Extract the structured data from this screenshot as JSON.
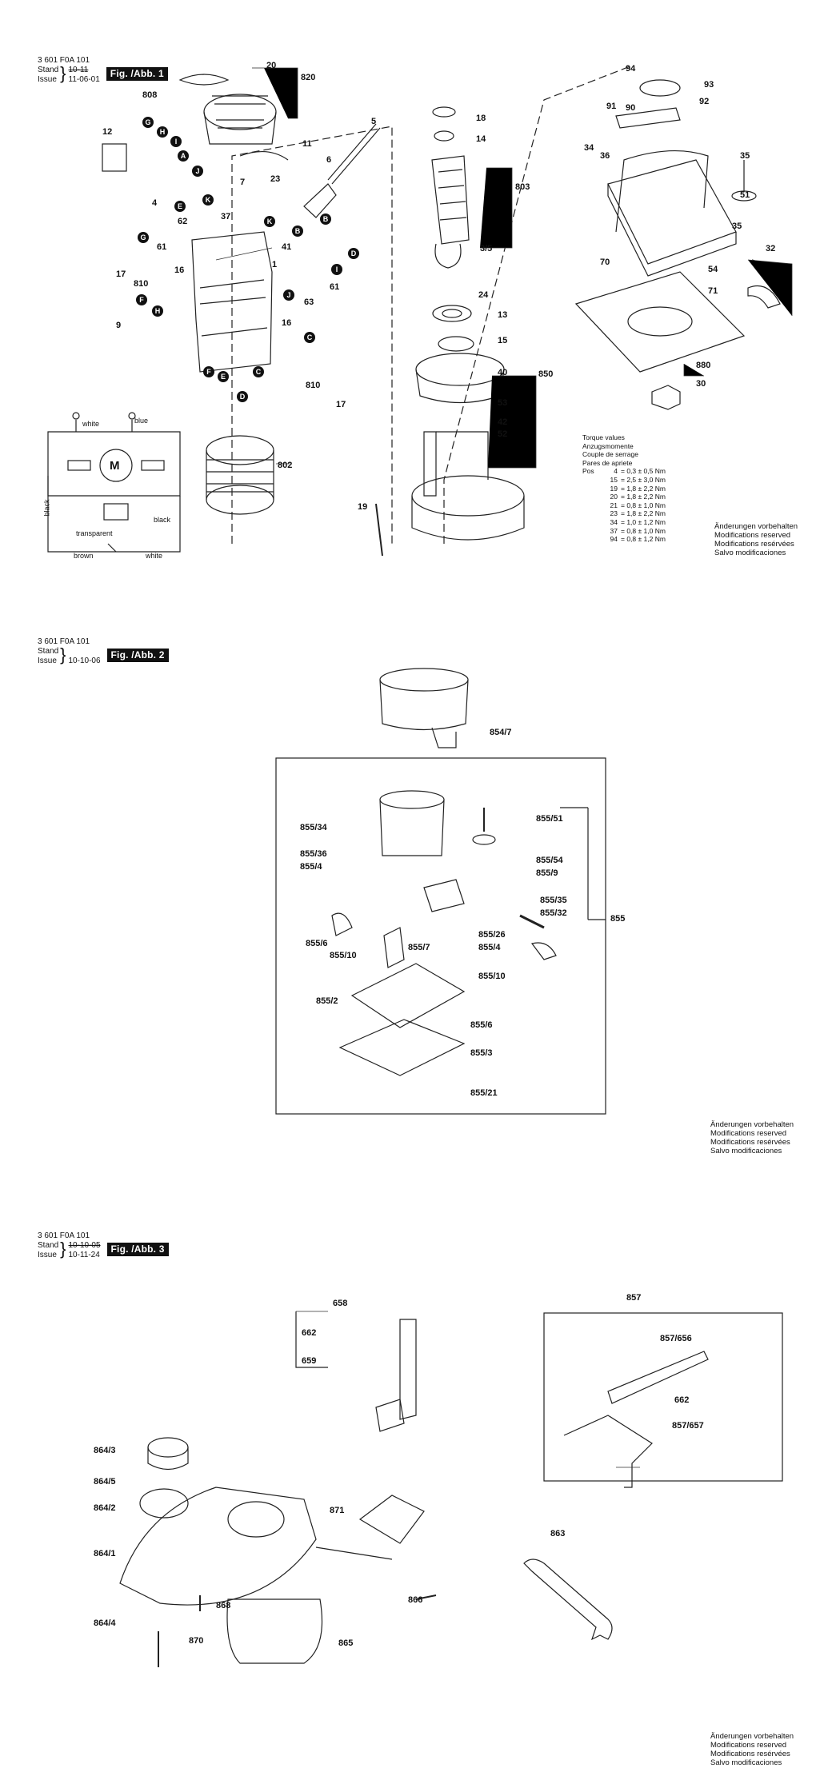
{
  "figures": [
    {
      "code": "3 601 F0A 101",
      "stand_label": "Stand",
      "issue_label": "Issue",
      "stand_date": "10-11",
      "stand_struck": true,
      "issue_date": "11-06-01",
      "fig_label": "Fig. /Abb. 1"
    },
    {
      "code": "3 601 F0A 101",
      "stand_label": "Stand",
      "issue_label": "Issue",
      "stand_date": "",
      "stand_struck": false,
      "issue_date": "10-10-06",
      "fig_label": "Fig. /Abb. 2"
    },
    {
      "code": "3 601 F0A 101",
      "stand_label": "Stand",
      "issue_label": "Issue",
      "stand_date": "10-10-05",
      "stand_struck": true,
      "issue_date": "10-11-24",
      "fig_label": "Fig. /Abb. 3"
    }
  ],
  "reserved_note": [
    "Änderungen vorbehalten",
    "Modifications reserved",
    "Modifications resérvées",
    "Salvo modificaciones"
  ],
  "torque": {
    "headers": [
      "Torque values",
      "Anzugsmomente",
      "Couple de serrage",
      "Pares de apriete"
    ],
    "pos_label": "Pos",
    "rows": [
      {
        "pos": "4",
        "value": "0,3 ± 0,5 Nm"
      },
      {
        "pos": "15",
        "value": "2,5 ± 3,0 Nm"
      },
      {
        "pos": "19",
        "value": "1,8 ± 2,2 Nm"
      },
      {
        "pos": "20",
        "value": "1,8 ± 2,2 Nm"
      },
      {
        "pos": "21",
        "value": "0,8 ± 1,0 Nm"
      },
      {
        "pos": "23",
        "value": "1,8 ± 2,2 Nm"
      },
      {
        "pos": "34",
        "value": "1,0 ± 1,2 Nm"
      },
      {
        "pos": "37",
        "value": "0,8 ± 1,0 Nm"
      },
      {
        "pos": "94",
        "value": "0,8 ± 1,2 Nm"
      }
    ]
  },
  "wiring": {
    "white_top": "white",
    "blue": "blue",
    "black_left": "black",
    "black_right": "black",
    "transparent": "transparent",
    "brown": "brown",
    "white_bottom": "white",
    "motor": "M"
  },
  "fig1_labels": [
    "20",
    "820",
    "808",
    "11",
    "5",
    "6",
    "12",
    "7",
    "23",
    "4",
    "37",
    "62",
    "61",
    "41",
    "17",
    "810",
    "16",
    "1",
    "61",
    "9",
    "63",
    "16",
    "810",
    "17",
    "802",
    "18",
    "14",
    "803",
    "3/5",
    "24",
    "13",
    "15",
    "40",
    "850",
    "53",
    "42",
    "52",
    "19",
    "94",
    "93",
    "91",
    "90",
    "92",
    "34",
    "36",
    "35",
    "51",
    "70",
    "35",
    "32",
    "54",
    "71",
    "880",
    "30"
  ],
  "fig1_circles": [
    "G",
    "H",
    "I",
    "J",
    "A",
    "B",
    "K",
    "E",
    "K",
    "B",
    "G",
    "F",
    "H",
    "I",
    "D",
    "J",
    "C",
    "F",
    "E",
    "C",
    "D"
  ],
  "fig2_labels": [
    "854/7",
    "855/34",
    "855/51",
    "855/36",
    "855/4",
    "855/54",
    "855/9",
    "855/35",
    "855/32",
    "855",
    "855/6",
    "855/26",
    "855/10",
    "855/7",
    "855/4",
    "855/10",
    "855/2",
    "855/6",
    "855/3",
    "855/21"
  ],
  "fig3_labels": [
    "658",
    "662",
    "659",
    "857",
    "857/656",
    "662",
    "857/657",
    "864/3",
    "864/5",
    "864/2",
    "871",
    "864/1",
    "863",
    "868",
    "866",
    "864/4",
    "870",
    "865"
  ]
}
